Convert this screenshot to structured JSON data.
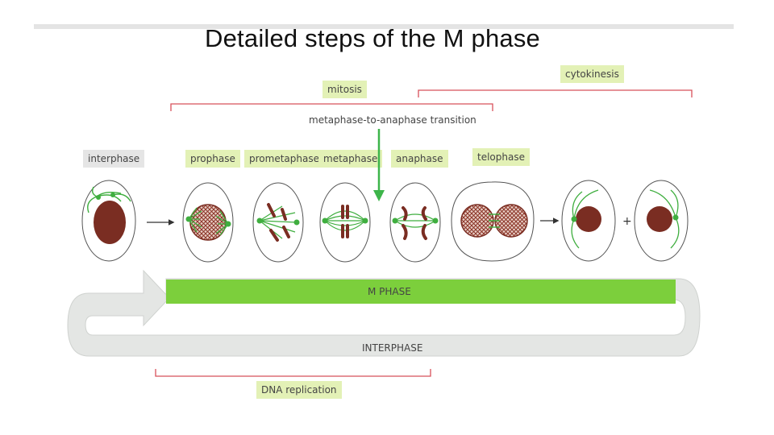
{
  "title": "Detailed steps of the M phase",
  "labels": {
    "mitosis": "mitosis",
    "cytokinesis": "cytokinesis",
    "transition": "metaphase-to-anaphase transition",
    "dna_replication": "DNA replication"
  },
  "stages": [
    {
      "key": "interphase",
      "label": "interphase"
    },
    {
      "key": "prophase",
      "label": "prophase"
    },
    {
      "key": "prometaphase",
      "label": "prometaphase"
    },
    {
      "key": "metaphase",
      "label": "metaphase"
    },
    {
      "key": "anaphase",
      "label": "anaphase"
    },
    {
      "key": "telophase",
      "label": "telophase"
    }
  ],
  "cycle": {
    "m_phase": "M PHASE",
    "interphase": "INTERPHASE"
  },
  "colors": {
    "tag_green": "#e3f1b6",
    "tag_grey": "#e5e5e5",
    "bracket_red": "#d8505a",
    "m_phase_green": "#7ccf3c",
    "chromosome": "#7a2d22",
    "spindle": "#3fae3f",
    "arrow_green": "#3db54a"
  }
}
